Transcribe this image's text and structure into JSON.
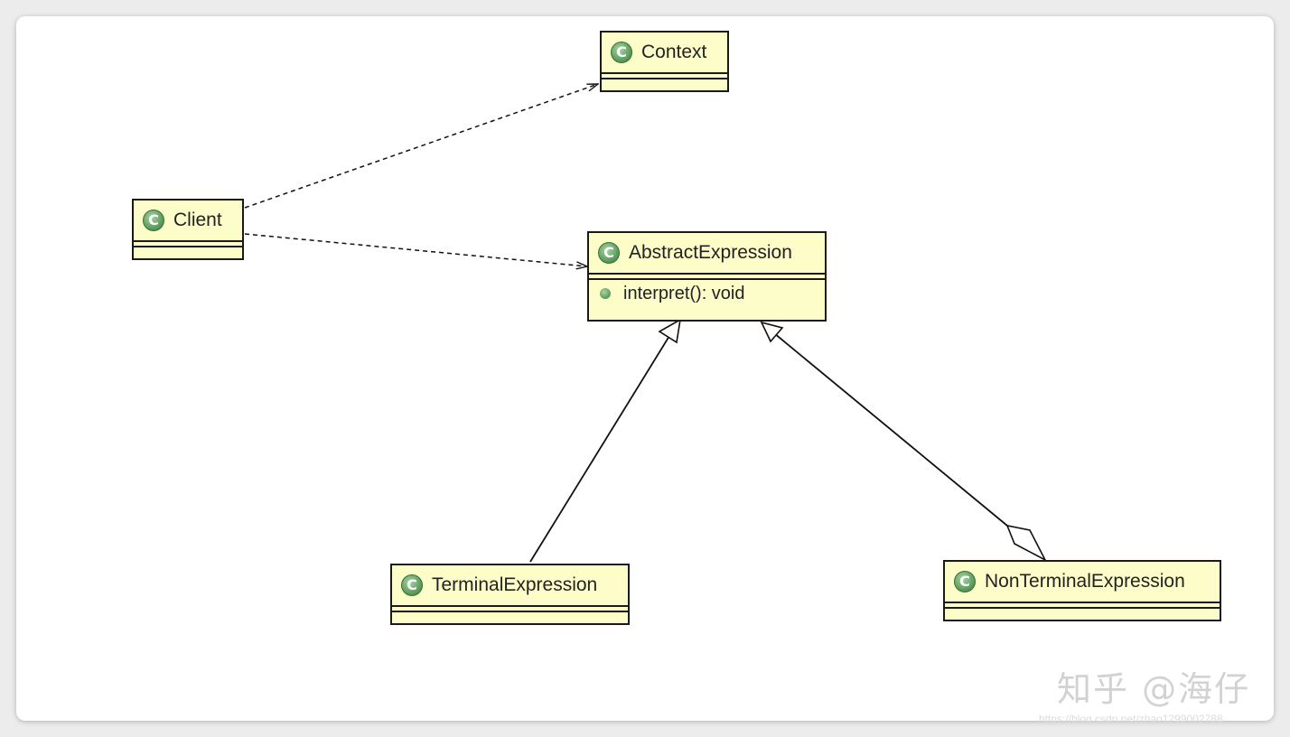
{
  "diagram": {
    "icon_letter": "C",
    "classes": {
      "context": {
        "name": "Context",
        "methods": []
      },
      "client": {
        "name": "Client",
        "methods": []
      },
      "abstract_expression": {
        "name": "AbstractExpression",
        "methods": [
          "interpret(): void"
        ]
      },
      "terminal_expression": {
        "name": "TerminalExpression",
        "methods": []
      },
      "nonterminal_expression": {
        "name": "NonTerminalExpression",
        "methods": []
      }
    },
    "relations": [
      {
        "from": "Client",
        "to": "Context",
        "type": "dependency"
      },
      {
        "from": "Client",
        "to": "AbstractExpression",
        "type": "dependency"
      },
      {
        "from": "TerminalExpression",
        "to": "AbstractExpression",
        "type": "generalization"
      },
      {
        "from": "NonTerminalExpression",
        "to": "AbstractExpression",
        "type": "generalization"
      },
      {
        "from": "NonTerminalExpression",
        "to": "AbstractExpression",
        "type": "aggregation"
      }
    ],
    "colors": {
      "class_fill": "#fdfdc9",
      "icon_green": "#5f9f5d",
      "border": "#1a1a1a"
    }
  },
  "watermark": {
    "text": "知乎 @海仔",
    "url": "https://blog.csdn.net/zhao1299002788"
  }
}
